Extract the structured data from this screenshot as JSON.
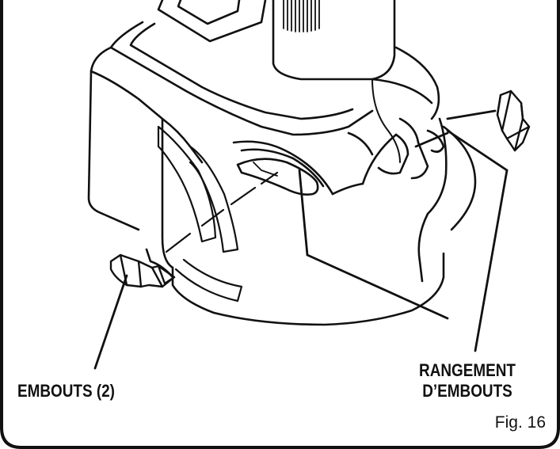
{
  "figure": {
    "callouts": {
      "bits": "EMBOUTS (2)",
      "storage_line1": "RANGEMENT",
      "storage_line2": "D’EMBOUTS"
    },
    "figure_label": "Fig. 16"
  },
  "colors": {
    "line": "#111111",
    "background": "#ffffff"
  },
  "icons": [
    "screwdriver-bit-icon"
  ]
}
